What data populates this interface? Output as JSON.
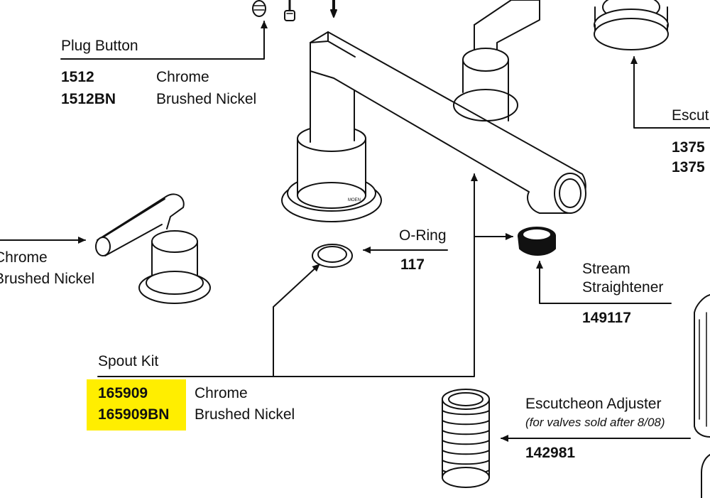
{
  "plug_button": {
    "title": "Plug Button",
    "num_1": "1512",
    "desc_1": "Chrome",
    "num_2": "1512BN",
    "desc_2": "Brushed Nickel"
  },
  "handle_left": {
    "desc_1": "Chrome",
    "desc_2": "Brushed Nickel"
  },
  "escutcheon_top": {
    "title_partial": "Escut",
    "num_1": "1375",
    "num_2": "1375"
  },
  "o_ring": {
    "title": "O-Ring",
    "num": "117"
  },
  "stream_straightener": {
    "title_1": "Stream",
    "title_2": "Straightener",
    "num": "149117"
  },
  "spout_kit": {
    "title": "Spout Kit",
    "num_1": "165909",
    "desc_1": "Chrome",
    "num_2": "165909BN",
    "desc_2": "Brushed Nickel"
  },
  "escutcheon_adjuster": {
    "title": "Escutcheon Adjuster",
    "note": "(for valves sold after 8/08)",
    "num": "142981"
  },
  "colors": {
    "highlight": "#ffee00",
    "line": "#111111"
  }
}
